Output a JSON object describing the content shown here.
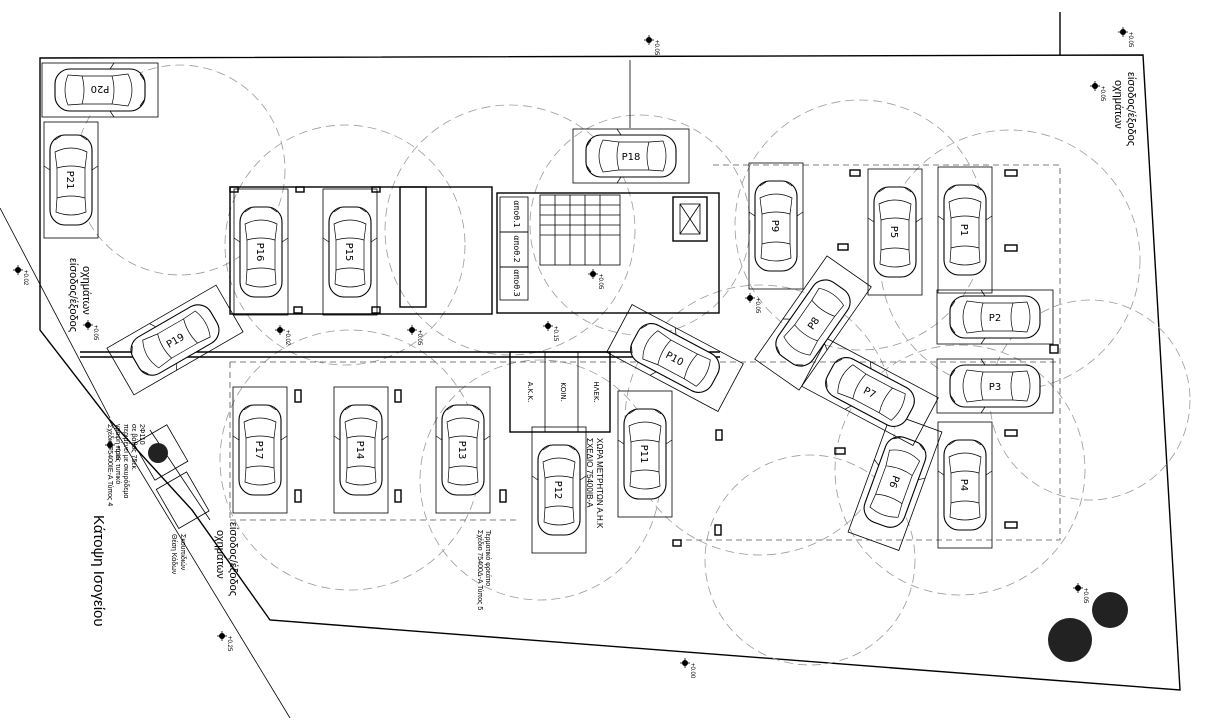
{
  "drawing": {
    "title": "Κάτοψη Ισογείου",
    "entrances": [
      {
        "id": "top-right",
        "line1": "είσοδος/έξοδος",
        "line2": "οχημάτων"
      },
      {
        "id": "left",
        "line1": "είσοδος/έξοδος",
        "line2": "οχημάτων"
      },
      {
        "id": "bottom",
        "line1": "είσοδος/έξοδος",
        "line2": "οχημάτων"
      }
    ],
    "storage_rooms": [
      "αποθ.1",
      "αποθ.2",
      "αποθ.3"
    ],
    "utility_rooms": [
      "Α.Κ.Κ.",
      "ΚΟΙΝ.",
      "ΗΛΕΚ."
    ],
    "meter_note": {
      "line1": "ΧΩΡΑ ΜΕΤΡΗΤΩΝ Α.Η.Κ",
      "line2": "ΣΧΕΔΙΟ 75400ΙΒ-Α"
    },
    "gate_note": {
      "line1": "Τερματικό φρεάτιο",
      "line2": "Σχέδιο 75400Δ-Α Τύπος 5"
    },
    "channel_note": {
      "line1": "2Φ110",
      "line2": "σε βάθος 75εκ.",
      "line3": "περιμένει με σκυρόδεμα",
      "line4": "γραφή προς τυπικό",
      "line5": "Σχέδιο 75400ΙΕ-Α Τύπος 4"
    },
    "bin_note": {
      "line1": "Θέση Κάδων",
      "line2": "Σκουπιδιών"
    },
    "elevations": [
      "+0.05",
      "+0.05",
      "+0.02",
      "+0.05",
      "+0.02",
      "+0.05",
      "+0.05",
      "+0.05",
      "+0.05",
      "+0.05",
      "+0.05",
      "+0.00",
      "+0.25",
      "+0.15"
    ],
    "parking_spaces": [
      "P1",
      "P2",
      "P3",
      "P4",
      "P5",
      "P6",
      "P7",
      "P8",
      "P9",
      "P10",
      "P11",
      "P12",
      "P13",
      "P14",
      "P15",
      "P16",
      "P17",
      "P18",
      "P19",
      "P20",
      "P21"
    ]
  }
}
